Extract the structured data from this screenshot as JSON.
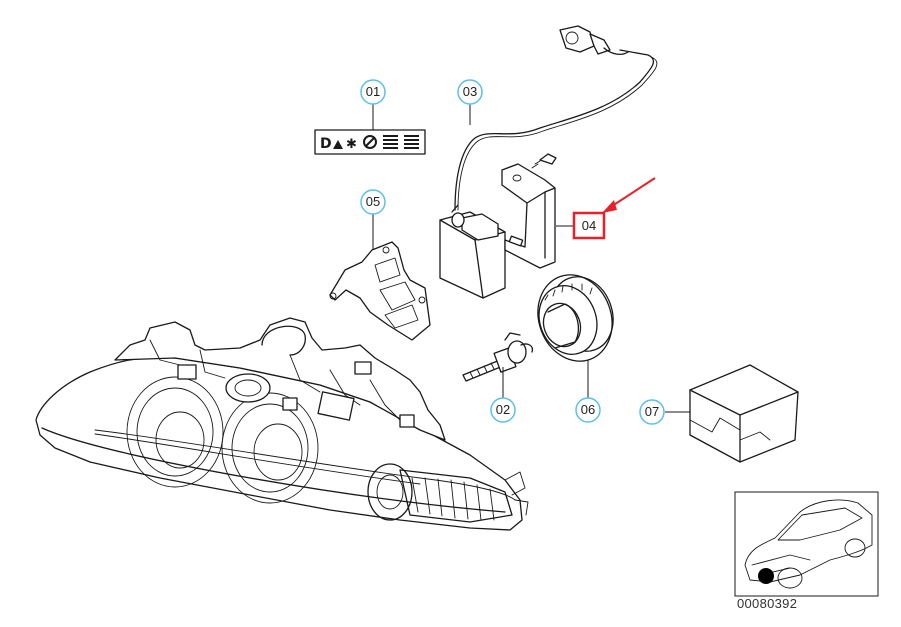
{
  "callouts": [
    {
      "id": "01",
      "label": "01"
    },
    {
      "id": "02",
      "label": "02"
    },
    {
      "id": "03",
      "label": "03"
    },
    {
      "id": "04",
      "label": "04"
    },
    {
      "id": "05",
      "label": "05"
    },
    {
      "id": "06",
      "label": "06"
    },
    {
      "id": "07",
      "label": "07"
    }
  ],
  "highlighted_callout": "04",
  "diagram_number": "00080392",
  "colors": {
    "callout_circle": "#5bc0eb",
    "highlight": "#e8202a",
    "line": "#1a1a1a"
  },
  "icons": [
    "headlight-assembly-icon",
    "warning-label-icon",
    "xenon-bulb-icon",
    "ballast-control-unit-icon",
    "bracket-icon",
    "mounting-plate-icon",
    "bulb-cap-icon",
    "package-box-icon",
    "car-location-thumbnail-icon"
  ]
}
